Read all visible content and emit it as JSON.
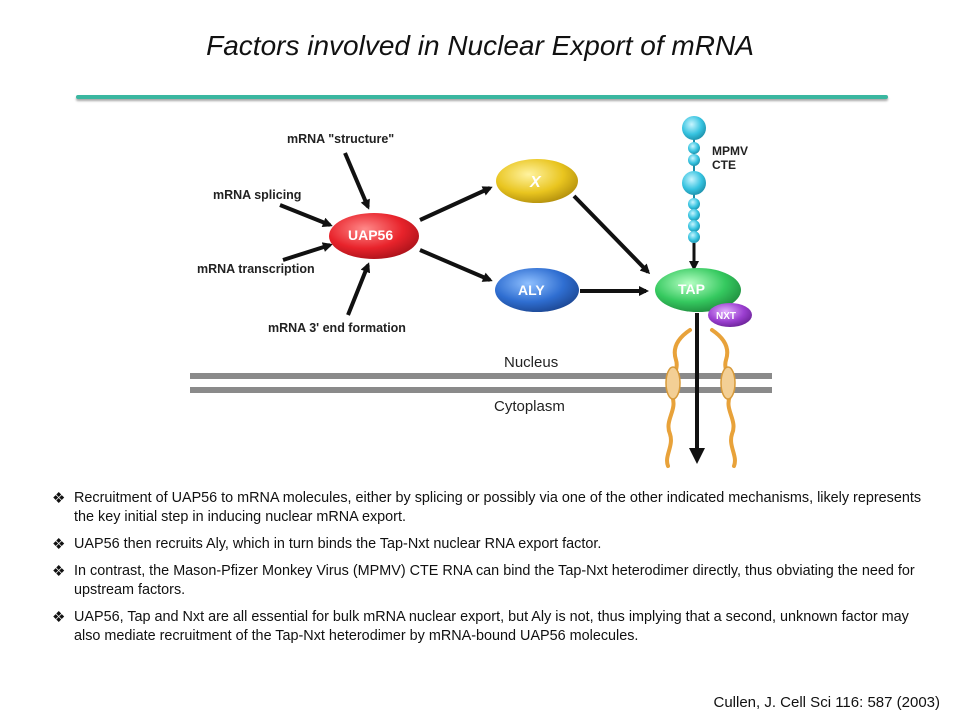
{
  "title": "Factors involved in Nuclear Export of mRNA",
  "diagram": {
    "inputs": {
      "structure": "mRNA \"structure\"",
      "splicing": "mRNA splicing",
      "transcription": "mRNA transcription",
      "end_formation": "mRNA 3' end formation"
    },
    "nodes": {
      "uap56": "UAP56",
      "x": "X",
      "aly": "ALY",
      "tap": "TAP",
      "nxt": "NXT"
    },
    "mpmv_line1": "MPMV",
    "mpmv_line2": "CTE",
    "nucleus": "Nucleus",
    "cytoplasm": "Cytoplasm",
    "colors": {
      "uap56": "#e8232b",
      "x": "#e9c51f",
      "aly": "#2f6ed1",
      "tap": "#35c95f",
      "nxt": "#9b3fd0",
      "cte": "#36c3e0",
      "membrane": "#8a8a8a",
      "pore": "#e8a23a"
    }
  },
  "bullet_icon": "diamond-bullet-icon",
  "bullets": [
    "Recruitment of UAP56 to mRNA molecules, either by splicing or possibly via one of the other indicated mechanisms, likely represents the key initial step in inducing nuclear mRNA export.",
    "UAP56 then recruits Aly, which in turn binds the Tap-Nxt nuclear RNA export factor.",
    "In contrast, the Mason-Pfizer Monkey Virus (MPMV) CTE RNA can bind the Tap-Nxt heterodimer directly, thus obviating the need for upstream factors.",
    "UAP56, Tap and Nxt are all essential for bulk mRNA nuclear export, but Aly is not, thus implying that a second, unknown factor may also mediate recruitment of the Tap-Nxt heterodimer by mRNA-bound UAP56 molecules."
  ],
  "citation": "Cullen, J. Cell Sci 116: 587 (2003)"
}
